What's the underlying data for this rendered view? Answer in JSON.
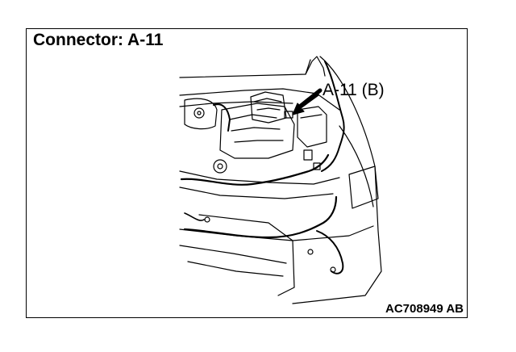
{
  "figure": {
    "title": "Connector: A-11",
    "callout_label": "A-11 (B)",
    "figure_code": "AC708949 AB"
  },
  "icons": {
    "arrow": "arrow-pointer-icon"
  }
}
